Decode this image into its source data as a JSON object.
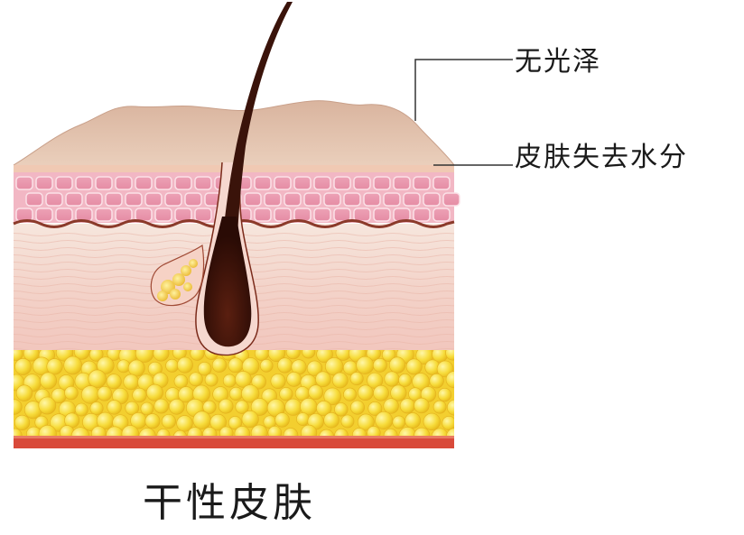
{
  "labels": {
    "dull": "无光泽",
    "dehydrated": "皮肤失去水分"
  },
  "caption": "干性皮肤"
}
